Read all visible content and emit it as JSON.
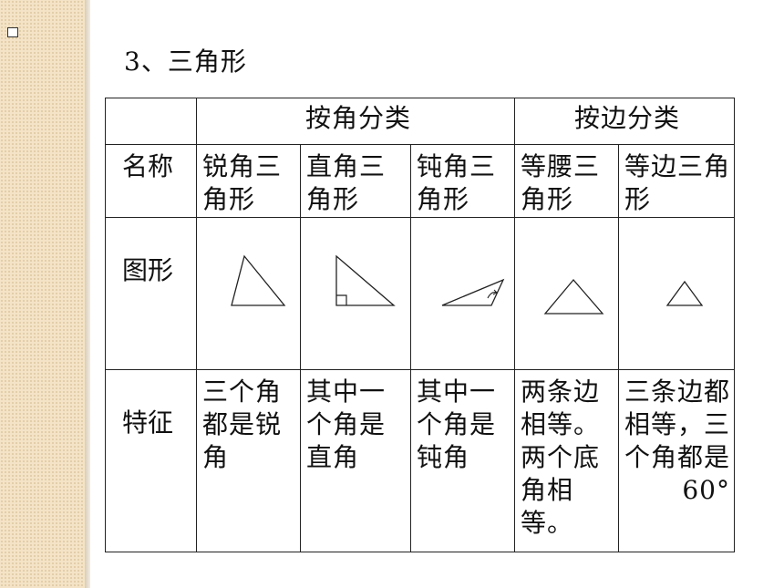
{
  "slide": {
    "title": "3、三角形"
  },
  "table": {
    "group_headers": [
      "按角分类",
      "按边分类"
    ],
    "row_labels": {
      "name": "名称",
      "shape": "图形",
      "feature": "特征"
    },
    "columns": [
      {
        "name": "锐角三角形",
        "feature": "三个角都是锐角",
        "shape_icon": "acute-triangle"
      },
      {
        "name": "直角三角形",
        "feature": "其中一个角是直角",
        "shape_icon": "right-triangle"
      },
      {
        "name": "钝角三角形",
        "feature": "其中一个角是钝角",
        "shape_icon": "obtuse-triangle"
      },
      {
        "name": "等腰三角形",
        "feature": "两条边相等。两个底角相等。",
        "shape_icon": "isosceles-triangle"
      },
      {
        "name": "等边三角形",
        "feature": "三条边都相等，三个角都是60°",
        "shape_icon": "equilateral-triangle"
      }
    ]
  },
  "colors": {
    "side_band": "#f4e3c6",
    "text": "#111111",
    "border": "#222222"
  }
}
